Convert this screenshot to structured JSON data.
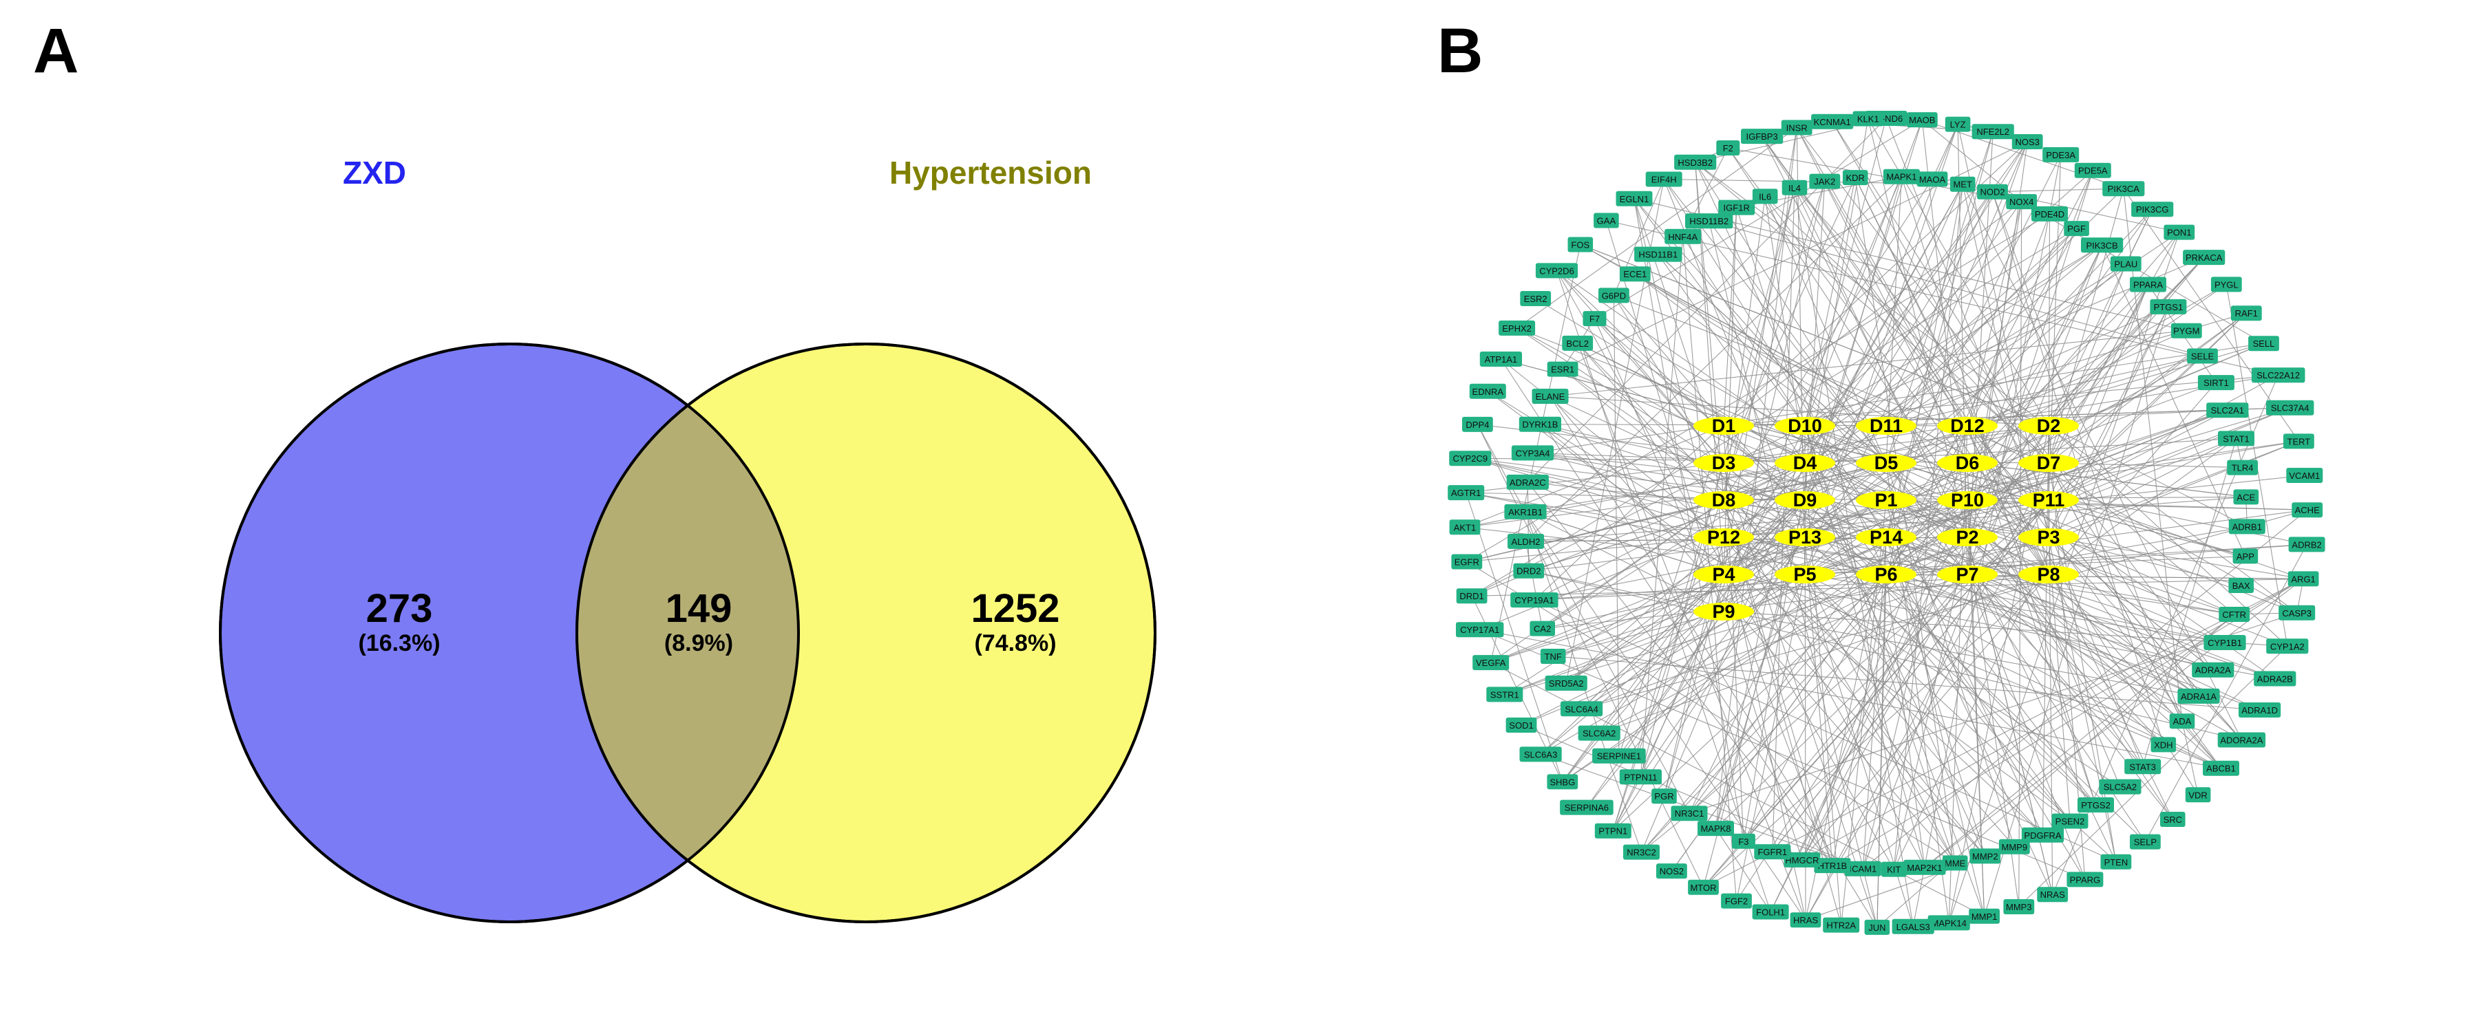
{
  "figure": {
    "panel_a_letter": "A",
    "panel_b_letter": "B"
  },
  "panel_a": {
    "type": "venn",
    "set_left_label": "ZXD",
    "set_right_label": "Hypertension",
    "set_left_color": "#2424ef",
    "set_right_color": "#808000",
    "circle_left_fill": "#7b7bf5",
    "circle_right_fill": "#fafa78",
    "circle_stroke": "#000000",
    "regions": [
      {
        "id": "left-only",
        "count": "273",
        "percent": "(16.3%)"
      },
      {
        "id": "intersection",
        "count": "149",
        "percent": "(8.9%)"
      },
      {
        "id": "right-only",
        "count": "1252",
        "percent": "(74.8%)"
      }
    ]
  },
  "panel_b": {
    "type": "network",
    "node_gene_color": "#23b284",
    "node_hub_color": "#ffff00",
    "edge_color": "#8d8d8d",
    "hub_nodes": [
      [
        "D1",
        "D10",
        "D11",
        "D12",
        "D2"
      ],
      [
        "D3",
        "D4",
        "D5",
        "D6",
        "D7"
      ],
      [
        "D8",
        "D9",
        "P1",
        "P10",
        "P11"
      ],
      [
        "P12",
        "P13",
        "P14",
        "P2",
        "P3"
      ],
      [
        "P4",
        "P5",
        "P6",
        "P7",
        "P8"
      ],
      [
        "P9"
      ]
    ],
    "gene_nodes": [
      "MT-ND6",
      "MAPK1",
      "MAOB",
      "MAOA",
      "LYZ",
      "MET",
      "NFE2L2",
      "NOD2",
      "NOS3",
      "NOX4",
      "PDE3A",
      "PDE4D",
      "PDE5A",
      "PGF",
      "PIK3CA",
      "PIK3CB",
      "PIK3CG",
      "PLAU",
      "PON1",
      "PPARA",
      "PRKACA",
      "PTGS1",
      "PYGL",
      "PYGM",
      "RAF1",
      "SELE",
      "SELL",
      "SIRT1",
      "SLC22A12",
      "SLC2A1",
      "SLC37A4",
      "STAT1",
      "TERT",
      "TLR4",
      "VCAM1",
      "ACE",
      "ACHE",
      "ADRB1",
      "ADRB2",
      "APP",
      "ARG1",
      "BAX",
      "CASP3",
      "CFTR",
      "CYP1A2",
      "CYP1B1",
      "ADRA2B",
      "ADRA2A",
      "ADRA1D",
      "ADRA1A",
      "ADORA2A",
      "ADA",
      "ABCB1",
      "XDH",
      "VDR",
      "STAT3",
      "SRC",
      "SLC5A2",
      "SELP",
      "PTGS2",
      "PTEN",
      "PSEN2",
      "PPARG",
      "PDGFRA",
      "NRAS",
      "MMP9",
      "MMP3",
      "MMP2",
      "MMP1",
      "MME",
      "MAPK14",
      "MAP2K1",
      "LGALS3",
      "KIT",
      "JUN",
      "ICAM1",
      "HTR2A",
      "HTR1B",
      "HRAS",
      "HMGCR",
      "FOLH1",
      "FGFR1",
      "FGF2",
      "F3",
      "MTOR",
      "MAPK8",
      "NOS2",
      "NR3C1",
      "NR3C2",
      "PGR",
      "PTPN1",
      "PTPN11",
      "SERPINA6",
      "SERPINE1",
      "SHBG",
      "SLC6A2",
      "SLC6A3",
      "SLC6A4",
      "SOD1",
      "SRD5A2",
      "SSTR1",
      "TNF",
      "VEGFA",
      "CA2",
      "CYP17A1",
      "CYP19A1",
      "DRD1",
      "DRD2",
      "EGFR",
      "ALDH2",
      "AKT1",
      "AKR1B1",
      "AGTR1",
      "ADRA2C",
      "CYP2C9",
      "CYP3A4",
      "DPP4",
      "DYRK1B",
      "EDNRA",
      "ELANE",
      "ATP1A1",
      "ESR1",
      "EPHX2",
      "BCL2",
      "ESR2",
      "F7",
      "CYP2D6",
      "G6PD",
      "FOS",
      "ECE1",
      "GAA",
      "HSD11B1",
      "EGLN1",
      "HNF4A",
      "EIF4H",
      "HSD11B2",
      "HSD3B2",
      "IGF1R",
      "F2",
      "IL6",
      "IGFBP3",
      "IL4",
      "INSR",
      "JAK2",
      "KCNMA1",
      "KDR",
      "KLK1"
    ]
  }
}
